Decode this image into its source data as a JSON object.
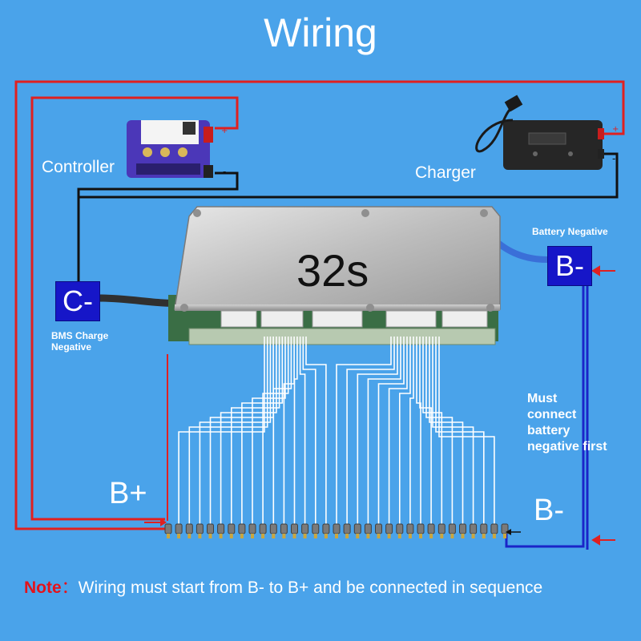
{
  "title": "Wiring",
  "labels": {
    "controller": "Controller",
    "charger": "Charger",
    "charge_negative_box": "C-",
    "charge_negative_note_line1": "BMS Charge",
    "charge_negative_note_line2": "Negative",
    "battery_negative_label": "Battery Negative",
    "battery_negative_box": "B-",
    "bms_cells": "32s",
    "b_plus": "B+",
    "b_minus": "B-",
    "first_note": "Must connect battery negative first"
  },
  "note": {
    "prefix": "Note",
    "separator": "：",
    "text": "Wiring must start from B- to B+ and be connected in sequence"
  },
  "colors": {
    "background": "#4aa3ea",
    "positive_wire": "#e02020",
    "negative_wire": "#111111",
    "battery_negative_wire": "#1a24c8",
    "sense_wire": "#ffffff",
    "box_fill": "#1616c8",
    "note_prefix": "#e3131b"
  },
  "terminal_count": 33
}
